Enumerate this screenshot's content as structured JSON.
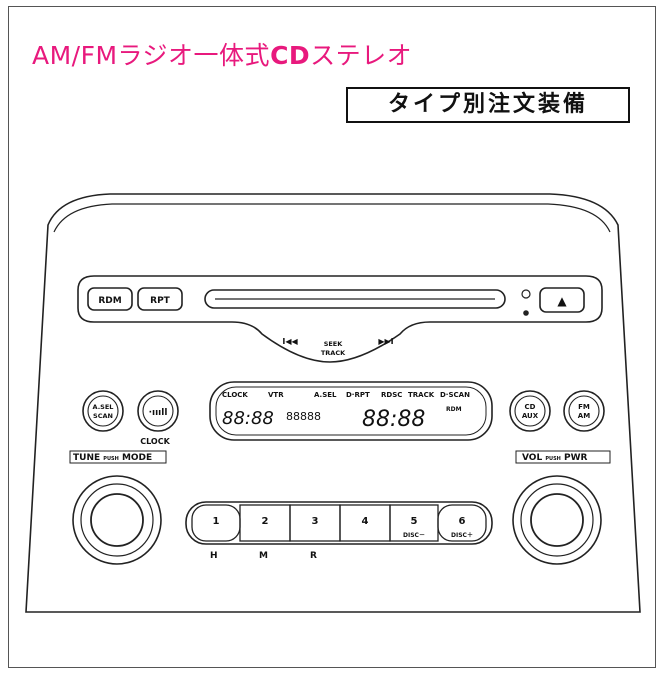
{
  "title": {
    "pre": "AM/FM",
    "mid": "ラジオ一体式",
    "bold": "CD",
    "post": "ステレオ"
  },
  "badge": "タイプ別注文装備",
  "stereo": {
    "buttons": {
      "rdm": "RDM",
      "rpt": "RPT",
      "eject": "▲",
      "as_scan": [
        "A.SEL",
        "SCAN"
      ],
      "tune": "·ıııll",
      "clock": "CLOCK",
      "tune_mode": "TUNE",
      "tune_mode_push": "PUSH",
      "tune_mode_mode": "MODE",
      "cd_aux": [
        "CD",
        "AUX"
      ],
      "fm_am": [
        "FM",
        "AM"
      ],
      "vol_pwr": "VOL",
      "vol_pwr_push": "PUSH",
      "vol_pwr_pwr": "PWR",
      "seek_prev": "I◀◀",
      "seek_next": "▶▶I",
      "seek_center": [
        "SEEK",
        "TRACK"
      ],
      "presets": [
        "1",
        "2",
        "3",
        "4",
        "5",
        "6"
      ],
      "preset_sub": [
        "",
        "",
        "",
        "",
        "DISC－",
        "DISC＋"
      ],
      "preset_tone": [
        "H",
        "M",
        "R"
      ]
    },
    "display": {
      "top": [
        "CLOCK",
        "VTR",
        "A.SEL",
        "D·RPT",
        "RDSC",
        "TRACK",
        "D·SCAN"
      ],
      "left_digits": "88:88",
      "mid_digits": "88888",
      "right_digits": "88:88",
      "small_right": "RDM"
    }
  }
}
